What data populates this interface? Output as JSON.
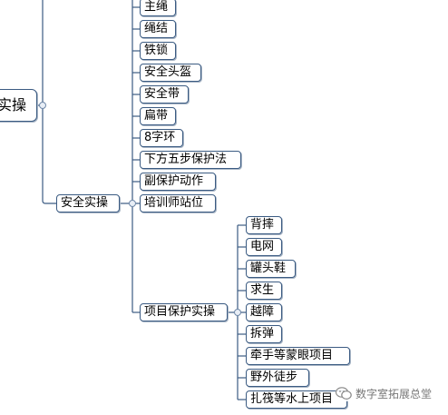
{
  "root": {
    "label": "实操"
  },
  "branch_left": {
    "label": "安全实操"
  },
  "safety_items": [
    "主绳",
    "绳结",
    "铁锁",
    "安全头盔",
    "安全带",
    "扁带",
    "8字环",
    "下方五步保护法",
    "副保护动作",
    "培训师站位"
  ],
  "project_branch": {
    "label": "项目保护实操"
  },
  "project_items": [
    "背摔",
    "电网",
    "罐头鞋",
    "求生",
    "越障",
    "拆弹",
    "牵手等蒙眼项目",
    "野外徒步",
    "扎筏等水上项目"
  ],
  "watermark": {
    "text": "数字室拓展总堂",
    "icon": "wechat-icon"
  },
  "colors": {
    "line": "#3b5b82",
    "border": "#3b5b82"
  }
}
